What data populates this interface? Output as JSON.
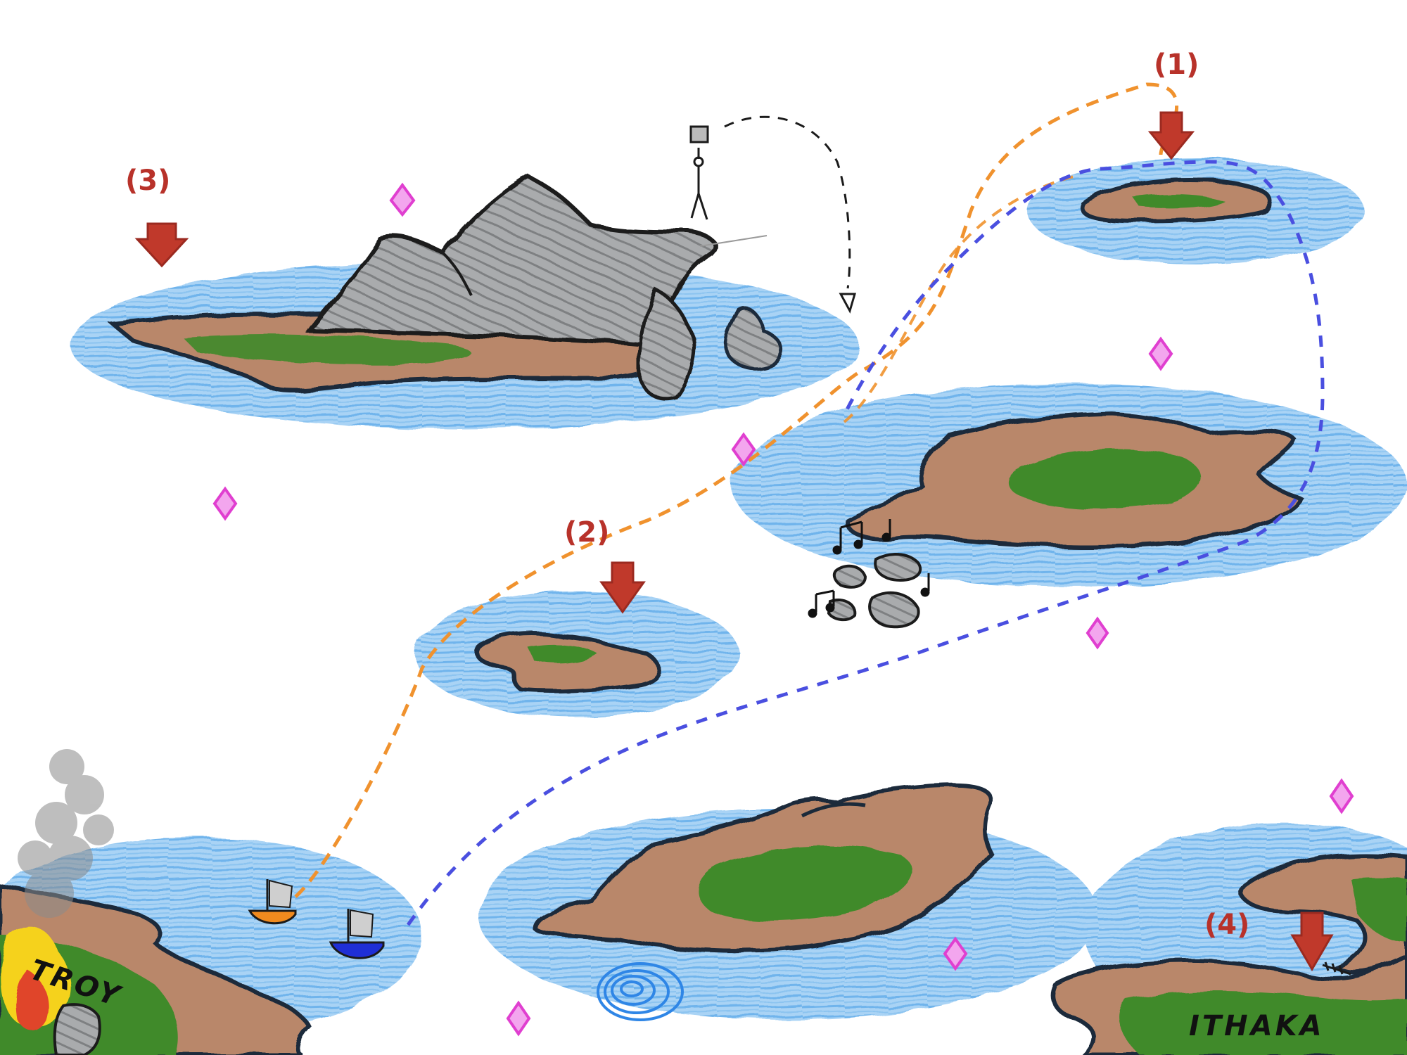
{
  "map": {
    "places": {
      "troy": "TROY",
      "ithaka": "ITHAKA"
    },
    "markers": {
      "m1": "(1)",
      "m2": "(2)",
      "m3": "(3)",
      "m4": "(4)"
    },
    "colors": {
      "water": "#6fb4ec",
      "land": "#b9876a",
      "grass": "#3f8a2a",
      "rock": "#9ea0a2",
      "outline": "#1b2a3a",
      "marker_red": "#c0392b",
      "route_orange": "#f0922e",
      "route_blue": "#4a4fe0",
      "gem": "#e03fd0",
      "whirlpool": "#2f86e6",
      "fire_yellow": "#f5d21a",
      "fire_red": "#e0442a",
      "smoke": "#8a8a8a",
      "boat_orange": "#f08a1e",
      "boat_blue": "#1f2fd6"
    },
    "routes": [
      {
        "name": "orange-route",
        "color": "route_orange",
        "style": "dashed"
      },
      {
        "name": "blue-route",
        "color": "route_blue",
        "style": "dashed"
      }
    ]
  }
}
